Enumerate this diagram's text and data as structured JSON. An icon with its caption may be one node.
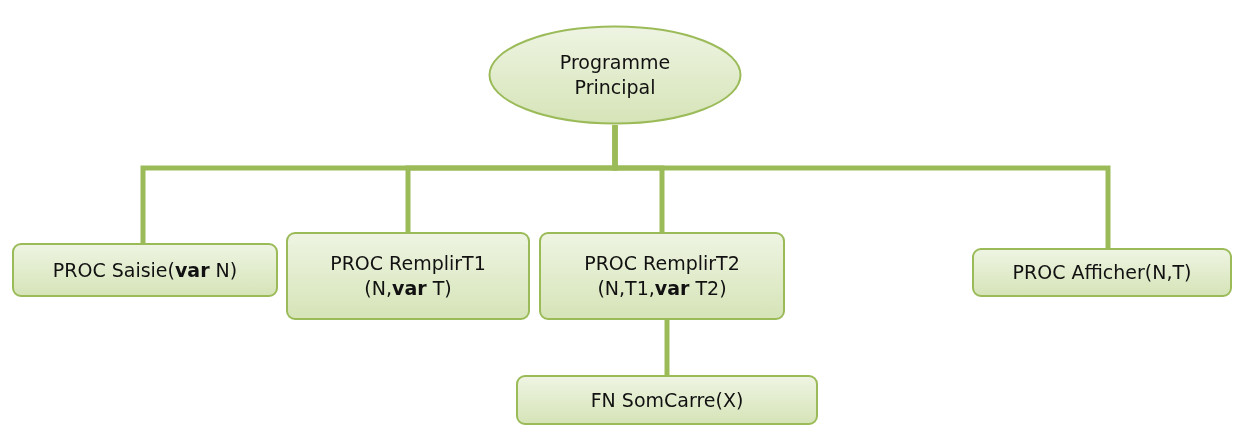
{
  "diagram": {
    "nodes": [
      {
        "text": [
          "Programme Principal"
        ]
      },
      {
        "text": [
          "PROC Saisie(**var** N)"
        ]
      },
      {
        "text": [
          "PROC RemplirT1 (N,**var** T)"
        ]
      },
      {
        "text": [
          "PROC RemplirT2 (N,T1,**var** T2)"
        ]
      },
      {
        "text": [
          "PROC Afficher(N,T)"
        ]
      },
      {
        "text": [
          "FN SomCarre(X)"
        ]
      }
    ],
    "edges": [
      {
        "from": 0,
        "to": 1,
        "arrow": "none"
      },
      {
        "from": 0,
        "to": 2,
        "arrow": "none"
      },
      {
        "from": 0,
        "to": 3,
        "arrow": "none"
      },
      {
        "from": 0,
        "to": 4,
        "arrow": "none"
      },
      {
        "from": 3,
        "to": 5,
        "arrow": "none"
      }
    ]
  }
}
